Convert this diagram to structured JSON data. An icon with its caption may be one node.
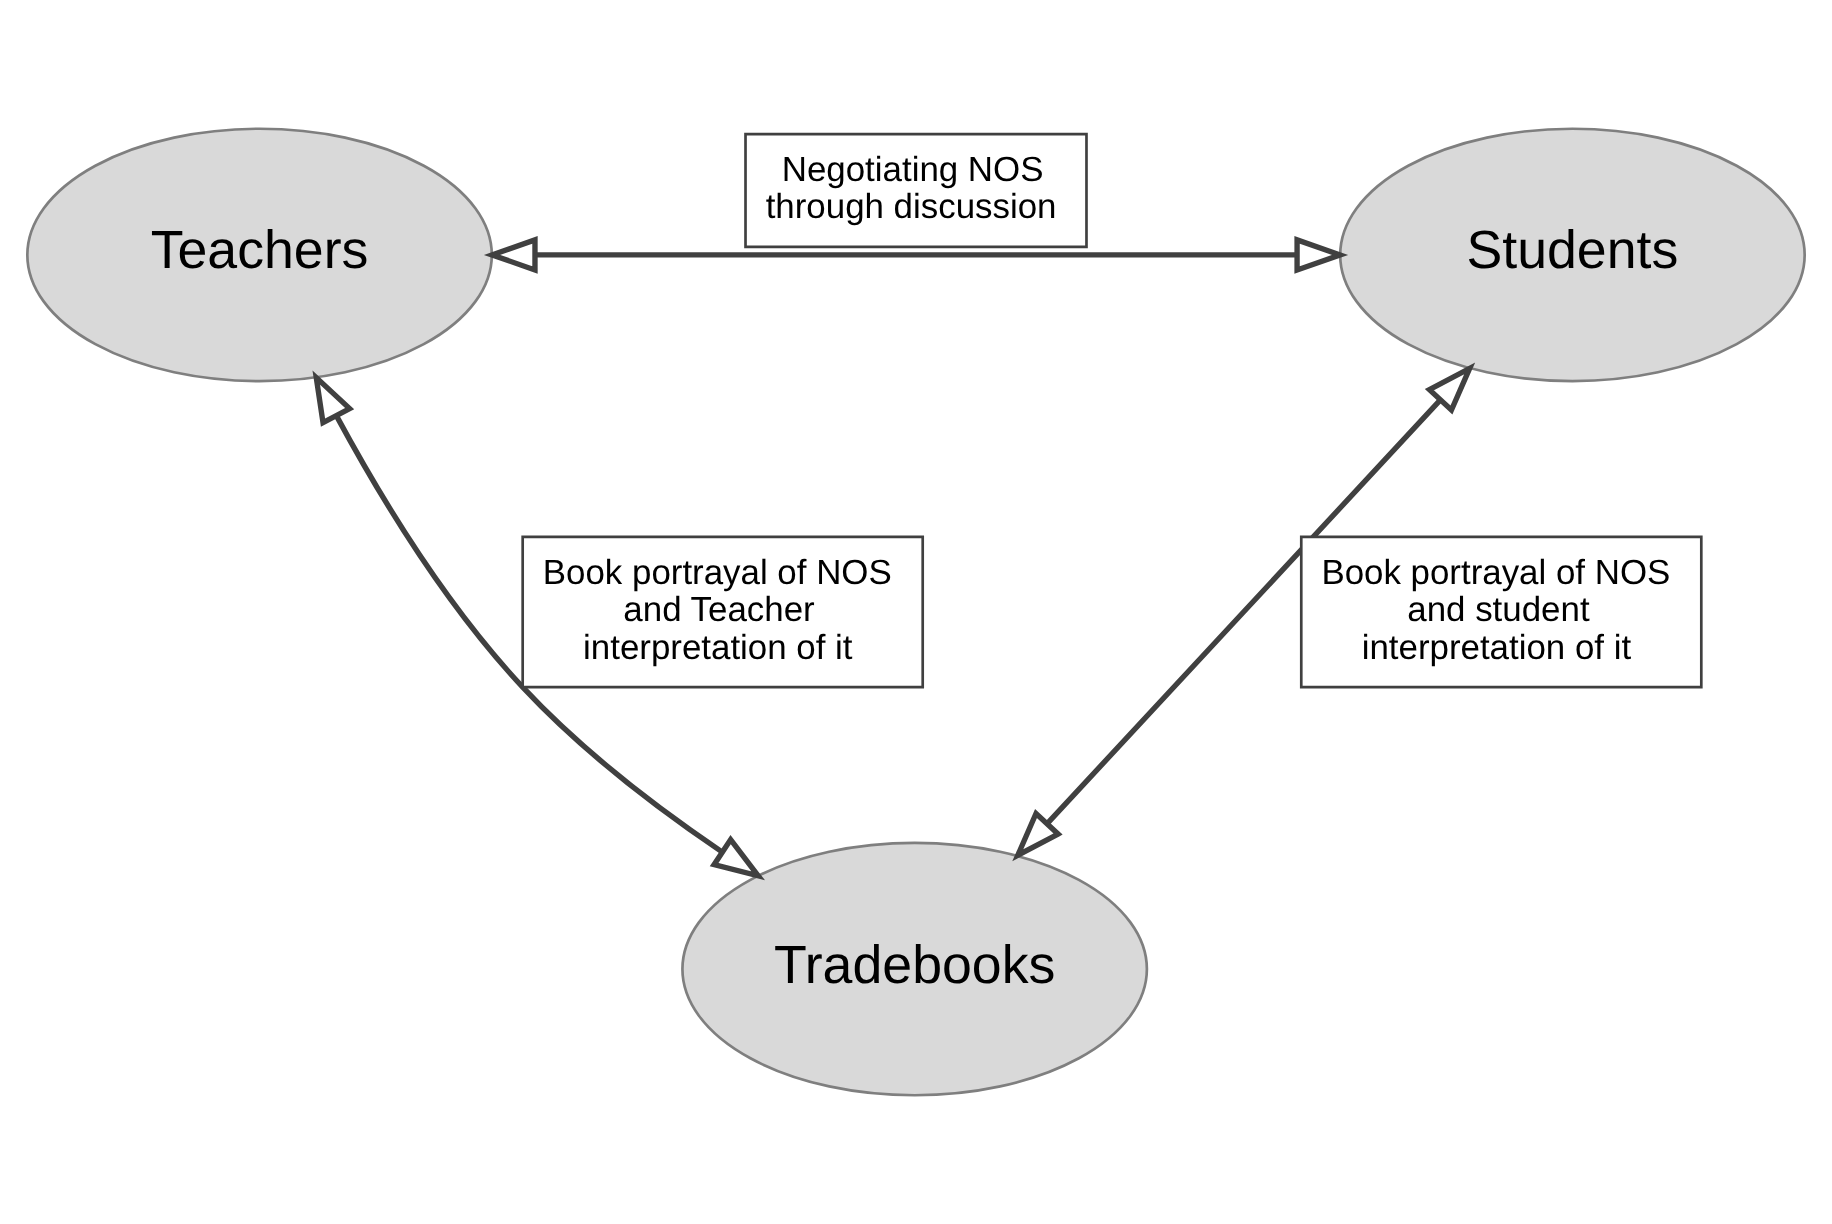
{
  "diagram": {
    "nodes": [
      {
        "text": [
          "Teachers"
        ]
      },
      {
        "text": [
          "Students"
        ]
      },
      {
        "text": [
          "Tradebooks"
        ]
      }
    ],
    "edges": [
      {
        "from": 0,
        "to": 1,
        "arrow": "both",
        "label": "Negotiating NOS through discussion"
      },
      {
        "from": 0,
        "to": 2,
        "arrow": "both",
        "label": "Book portrayal of NOS and Teacher interpretation of it"
      },
      {
        "from": 1,
        "to": 2,
        "arrow": "both",
        "label": "Book portrayal of NOS and student interpretation of it"
      }
    ]
  }
}
